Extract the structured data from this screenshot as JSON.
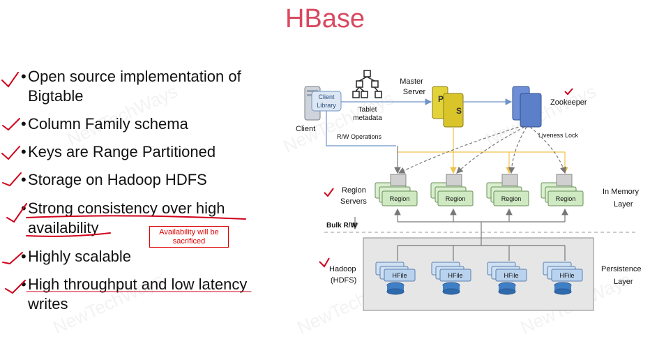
{
  "title": "HBase",
  "watermark": "NewTechWays",
  "bullets": [
    {
      "line1": "Open source implementation of",
      "line2": "Bigtable"
    },
    {
      "line1": "Column Family schema"
    },
    {
      "line1": "Keys are Range Partitioned"
    },
    {
      "line1": "Storage on Hadoop HDFS"
    },
    {
      "line1": "Strong consistency over high",
      "line2": "availability"
    },
    {
      "line1": "Highly scalable"
    },
    {
      "line1": "High throughput and low latency",
      "line2": "writes"
    }
  ],
  "annotation_note": {
    "line1": "Availability will be",
    "line2": "sacrificed"
  },
  "diagram": {
    "client_library": {
      "line1": "Client",
      "line2": "Library"
    },
    "client": "Client",
    "tablet_metadata": {
      "line1": "Tablet",
      "line2": "metadata"
    },
    "master_server": {
      "line1": "Master",
      "line2": "Server"
    },
    "primary_badge": "P",
    "secondary_badge": "S",
    "zookeeper": "Zookeeper",
    "rw_operations": "R/W Operations",
    "liveness_lock": "Liveness Lock",
    "region_servers": {
      "line1": "Region",
      "line2": "Servers"
    },
    "region_label": "Region",
    "in_memory_layer": {
      "line1": "In Memory",
      "line2": "Layer"
    },
    "bulk_rw": "Bulk R/W",
    "hadoop": {
      "line1": "Hadoop",
      "line2": "(HDFS)"
    },
    "hfile_label": "HFile",
    "persistence_layer": {
      "line1": "Persistence",
      "line2": "Layer"
    }
  },
  "colors": {
    "title": "#d9485f",
    "check": "#d0021b",
    "server_gray": "#c9c9c9",
    "master_yellow": "#e3d33a",
    "zookeeper_blue": "#5b7fc9",
    "region_green": "#d9efcf",
    "hfile_blue": "#b9d3ee",
    "disk_blue": "#3f7fc6",
    "persistence_bg": "#e6e6e6",
    "link_blue": "#6f93c6",
    "link_yellow": "#f2c24a"
  }
}
